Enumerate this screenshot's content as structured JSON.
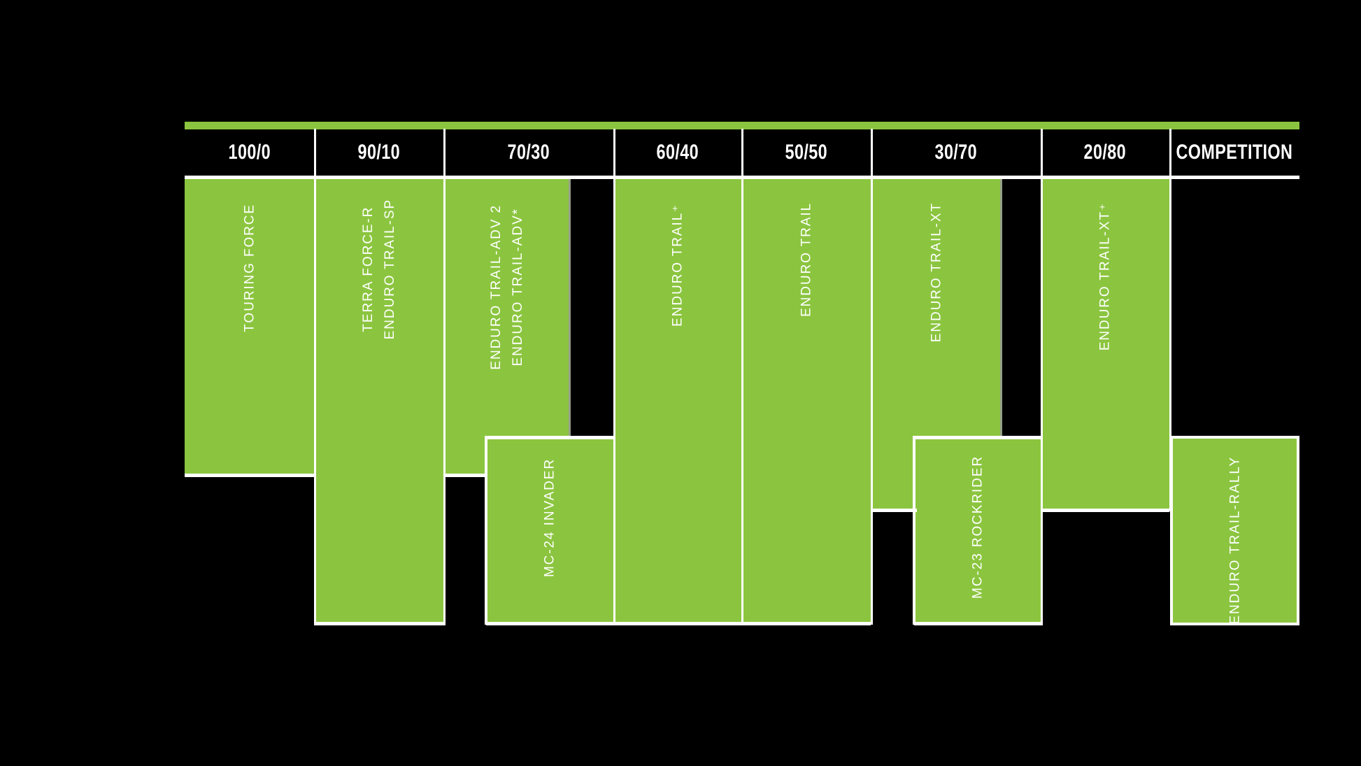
{
  "colors": {
    "green": "#8BC53F",
    "background": "#000000",
    "line": "#FFFFFF",
    "edge": "#96A088",
    "header_text": "#FFFFFF",
    "label_text": "#FFFFFF"
  },
  "header": {
    "columns": [
      "100/0",
      "90/10",
      "70/30",
      "60/40",
      "50/50",
      "30/70",
      "20/80",
      "COMPETITION"
    ]
  },
  "blocks": [
    {
      "id": "touring-force",
      "column": "100/0",
      "label": "TOURING FORCE"
    },
    {
      "id": "terra-force-r",
      "column": "90/10",
      "label": "TERRA FORCE-R\nENDURO TRAIL-SP"
    },
    {
      "id": "enduro-trail-adv",
      "column": "70/30",
      "label": "ENDURO TRAIL-ADV 2\nENDURO TRAIL-ADV*"
    },
    {
      "id": "mc-24-invader",
      "column": "70/30",
      "label": "MC-24 INVADER"
    },
    {
      "id": "enduro-trail-plus",
      "column": "60/40",
      "label": "ENDURO TRAIL⁺"
    },
    {
      "id": "enduro-trail",
      "column": "50/50",
      "label": "ENDURO TRAIL"
    },
    {
      "id": "enduro-trail-xt",
      "column": "30/70",
      "label": "ENDURO TRAIL-XT"
    },
    {
      "id": "mc-23-rockrider",
      "column": "30/70",
      "label": "MC-23 ROCKRIDER"
    },
    {
      "id": "enduro-trail-xt-plus",
      "column": "20/80",
      "label": "ENDURO TRAIL-XT⁺"
    },
    {
      "id": "enduro-trail-rally",
      "column": "COMPETITION",
      "label": "ENDURO TRAIL-RALLY"
    }
  ]
}
